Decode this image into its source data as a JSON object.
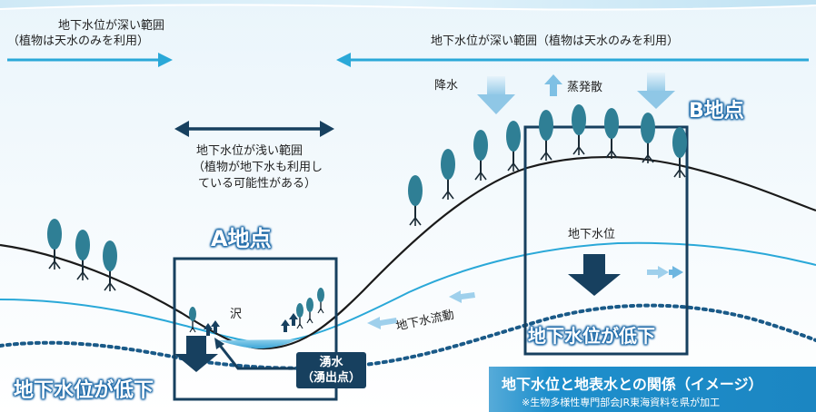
{
  "top_left": {
    "line1": "地下水位が深い範囲",
    "line2": "（植物は天水のみを利用）"
  },
  "top_right": {
    "text": "地下水位が深い範囲（植物は天水のみを利用）"
  },
  "shallow_range": {
    "line1": "地下水位が浅い範囲",
    "line2": "（植物が地下水も利用し",
    "line3": "ている可能性がある）"
  },
  "point_a": {
    "label": "A地点",
    "swamp": "沢",
    "spring_line1": "湧水",
    "spring_line2": "（湧出点）"
  },
  "point_b": {
    "label": "B地点",
    "groundwater_level": "地下水位",
    "rain": "降水",
    "evapotranspiration": "蒸発散"
  },
  "groundwater_flow": "地下水流動",
  "decline_left": "地下水位が低下",
  "decline_right": "地下水位が低下",
  "banner": {
    "title": "地下水位と地表水との関係（イメージ）",
    "note": "※生物多様性専門部会JR東海資料を県が加工"
  },
  "colors": {
    "water_blue": "#2aa8d8",
    "dark_navy": "#17405f",
    "tree_teal": "#2f7f95",
    "banner_blue": "#1e8fcc",
    "ground_line": "#1a1a1a",
    "dotted_line": "#1a5a88"
  },
  "icons": [
    "tree-icon",
    "arrow-down-icon",
    "arrow-up-icon",
    "double-arrow-icon"
  ]
}
